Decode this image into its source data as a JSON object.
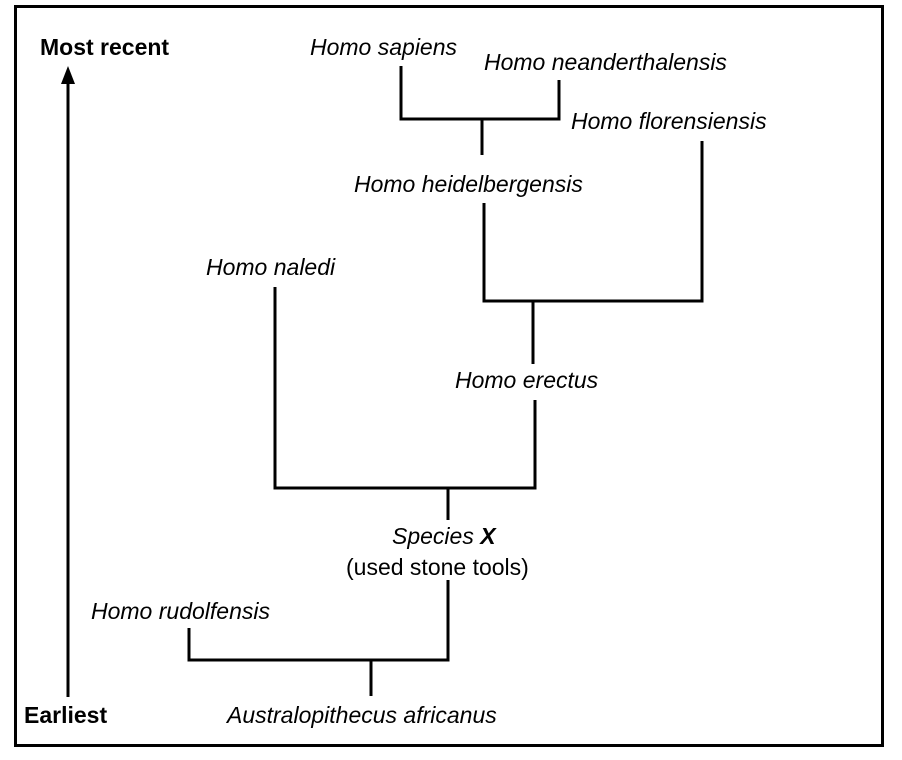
{
  "axis": {
    "top_label": "Most recent",
    "bottom_label": "Earliest"
  },
  "species": {
    "sapiens": "Homo sapiens",
    "neanderthalensis": "Homo neanderthalensis",
    "florensiensis": "Homo florensiensis",
    "heidelbergensis": "Homo heidelbergensis",
    "naledi": "Homo naledi",
    "erectus": "Homo erectus",
    "species_x_prefix": "Species",
    "species_x_letter": "X",
    "species_x_note": "(used stone tools)",
    "rudolfensis": "Homo rudolfensis",
    "africanus": "Australopithecus africanus"
  }
}
